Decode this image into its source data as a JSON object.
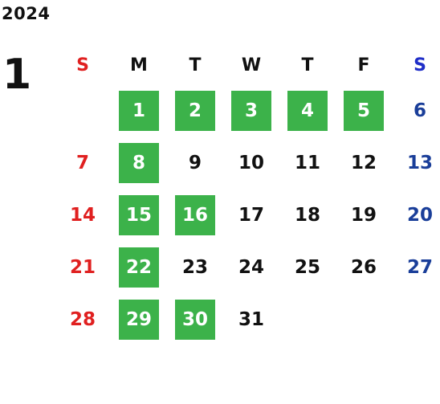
{
  "calendar": {
    "year": "2024",
    "month": "1",
    "weekdays": [
      "S",
      "M",
      "T",
      "W",
      "T",
      "F",
      "S"
    ],
    "weeks": [
      [
        {
          "day": "",
          "highlight": false
        },
        {
          "day": "1",
          "highlight": true
        },
        {
          "day": "2",
          "highlight": true
        },
        {
          "day": "3",
          "highlight": true
        },
        {
          "day": "4",
          "highlight": true
        },
        {
          "day": "5",
          "highlight": true
        },
        {
          "day": "6",
          "highlight": false
        }
      ],
      [
        {
          "day": "7",
          "highlight": false
        },
        {
          "day": "8",
          "highlight": true
        },
        {
          "day": "9",
          "highlight": false
        },
        {
          "day": "10",
          "highlight": false
        },
        {
          "day": "11",
          "highlight": false
        },
        {
          "day": "12",
          "highlight": false
        },
        {
          "day": "13",
          "highlight": false
        }
      ],
      [
        {
          "day": "14",
          "highlight": false
        },
        {
          "day": "15",
          "highlight": true
        },
        {
          "day": "16",
          "highlight": true
        },
        {
          "day": "17",
          "highlight": false
        },
        {
          "day": "18",
          "highlight": false
        },
        {
          "day": "19",
          "highlight": false
        },
        {
          "day": "20",
          "highlight": false
        }
      ],
      [
        {
          "day": "21",
          "highlight": false
        },
        {
          "day": "22",
          "highlight": true
        },
        {
          "day": "23",
          "highlight": false
        },
        {
          "day": "24",
          "highlight": false
        },
        {
          "day": "25",
          "highlight": false
        },
        {
          "day": "26",
          "highlight": false
        },
        {
          "day": "27",
          "highlight": false
        }
      ],
      [
        {
          "day": "28",
          "highlight": false
        },
        {
          "day": "29",
          "highlight": true
        },
        {
          "day": "30",
          "highlight": true
        },
        {
          "day": "31",
          "highlight": false
        },
        {
          "day": "",
          "highlight": false
        },
        {
          "day": "",
          "highlight": false
        },
        {
          "day": "",
          "highlight": false
        }
      ]
    ]
  },
  "colors": {
    "highlight_bg": "#3cb24a",
    "highlight_text": "#ffffff",
    "sunday": "#e02020",
    "saturday_header": "#1f2ec8",
    "saturday": "#1a3e99",
    "text": "#111111"
  }
}
